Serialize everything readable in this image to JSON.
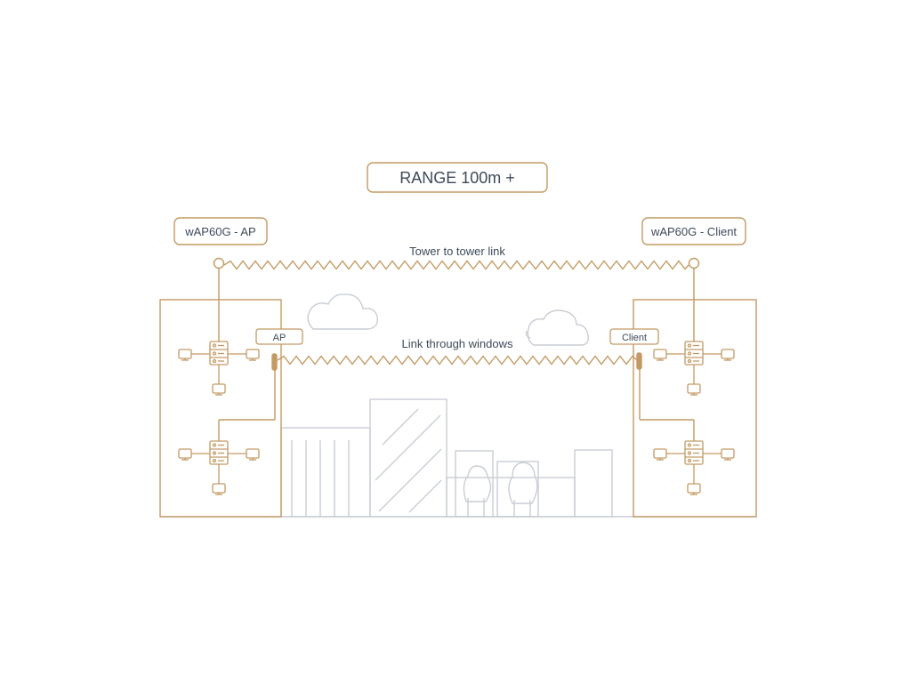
{
  "range_label": "RANGE 100m +",
  "left_device_label": "wAP60G - AP",
  "right_device_label": "wAP60G - Client",
  "tower_link_label": "Tower to tower link",
  "window_link_label": "Link through windows",
  "left_window_tag": "AP",
  "right_window_tag": "Client",
  "colors": {
    "building_stroke": "#c39a63",
    "city_stroke": "#c9ced6",
    "text": "#3d4a5a"
  },
  "icons": [
    "cloud-icon",
    "switch-icon",
    "monitor-icon",
    "tree-icon",
    "antenna-icon"
  ]
}
